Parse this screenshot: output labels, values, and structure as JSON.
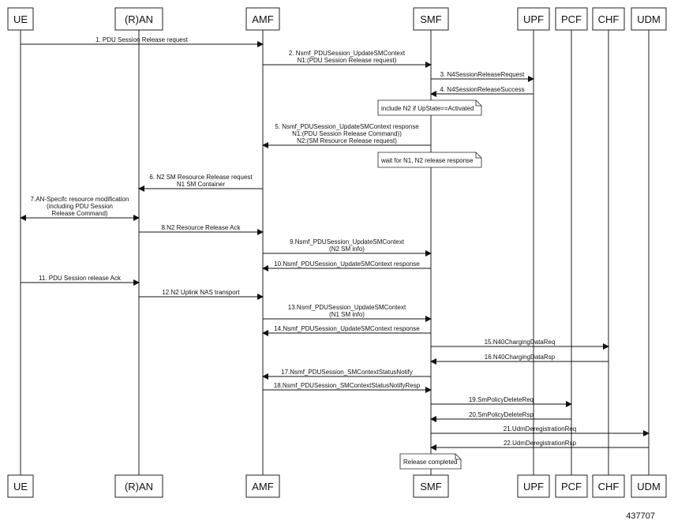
{
  "participants": [
    {
      "id": "UE",
      "label": "UE"
    },
    {
      "id": "RAN",
      "label": "(R)AN"
    },
    {
      "id": "AMF",
      "label": "AMF"
    },
    {
      "id": "SMF",
      "label": "SMF"
    },
    {
      "id": "UPF",
      "label": "UPF"
    },
    {
      "id": "PCF",
      "label": "PCF"
    },
    {
      "id": "CHF",
      "label": "CHF"
    },
    {
      "id": "UDM",
      "label": "UDM"
    }
  ],
  "messages": [
    {
      "from": "UE",
      "to": "AMF",
      "lines": [
        "1. PDU Session Release request"
      ]
    },
    {
      "from": "AMF",
      "to": "SMF",
      "lines": [
        "2. Nsmf_PDUSession_UpdateSMContext",
        "N1:(PDU Session Release request)"
      ]
    },
    {
      "from": "SMF",
      "to": "UPF",
      "lines": [
        "3. N4SessionReleaseRequest"
      ]
    },
    {
      "from": "UPF",
      "to": "SMF",
      "lines": [
        "4. N4SessionReleaseSuccess"
      ]
    },
    {
      "note": "include N2 if UpState==Activated"
    },
    {
      "from": "SMF",
      "to": "AMF",
      "lines": [
        "5. Nsmf_PDUSession_UpdateSMContext response",
        "N1:(PDU Session Release Command))",
        "N2:(SM Resource Release request)"
      ]
    },
    {
      "note": "wait for N1, N2 release response"
    },
    {
      "from": "AMF",
      "to": "RAN",
      "lines": [
        "6.  N2 SM Resource Release request",
        "N1 SM Container"
      ]
    },
    {
      "from": "RAN",
      "to": "UE",
      "both": true,
      "lines": [
        "7.AN-Specifc resource modification",
        "(including PDU Session",
        "Release Command)"
      ]
    },
    {
      "from": "RAN",
      "to": "AMF",
      "lines": [
        "8.N2 Resource Release Ack"
      ]
    },
    {
      "from": "AMF",
      "to": "SMF",
      "lines": [
        "9.Nsmf_PDUSession_UpdateSMContext",
        "(N2 SM info)"
      ]
    },
    {
      "from": "SMF",
      "to": "AMF",
      "lines": [
        "10.Nsmf_PDUSession_UpdateSMContext response"
      ]
    },
    {
      "from": "UE",
      "to": "RAN",
      "lines": [
        "11. PDU Session release Ack"
      ]
    },
    {
      "from": "RAN",
      "to": "AMF",
      "lines": [
        "12.N2 Uplink NAS transport"
      ]
    },
    {
      "from": "AMF",
      "to": "SMF",
      "lines": [
        "13.Nsmf_PDUSession_UpdateSMContext",
        "(N1 SM info)"
      ]
    },
    {
      "from": "SMF",
      "to": "AMF",
      "lines": [
        "14.Nsmf_PDUSession_UpdateSMContext response"
      ]
    },
    {
      "from": "SMF",
      "to": "CHF",
      "lines": [
        "15.N40ChargingDataReq"
      ]
    },
    {
      "from": "CHF",
      "to": "SMF",
      "lines": [
        "16.N40ChargingDataRsp"
      ]
    },
    {
      "from": "SMF",
      "to": "AMF",
      "lines": [
        "17.Nsmf_PDUSession_SMContextStatusNotify"
      ]
    },
    {
      "from": "AMF",
      "to": "SMF",
      "lines": [
        "18.Nsmf_PDUSession_SMContextStatusNotifyResp"
      ]
    },
    {
      "from": "SMF",
      "to": "PCF",
      "lines": [
        "19.SmPolicyDeleteReq"
      ]
    },
    {
      "from": "PCF",
      "to": "SMF",
      "lines": [
        "20.SmPolicyDeleteRsp"
      ]
    },
    {
      "from": "SMF",
      "to": "UDM",
      "lines": [
        "21.UdmDeregistrationReq"
      ]
    },
    {
      "from": "UDM",
      "to": "SMF",
      "lines": [
        "22.UdmDeregistrationRsp"
      ]
    },
    {
      "note": "Release completed"
    }
  ],
  "figure_id": "437707"
}
